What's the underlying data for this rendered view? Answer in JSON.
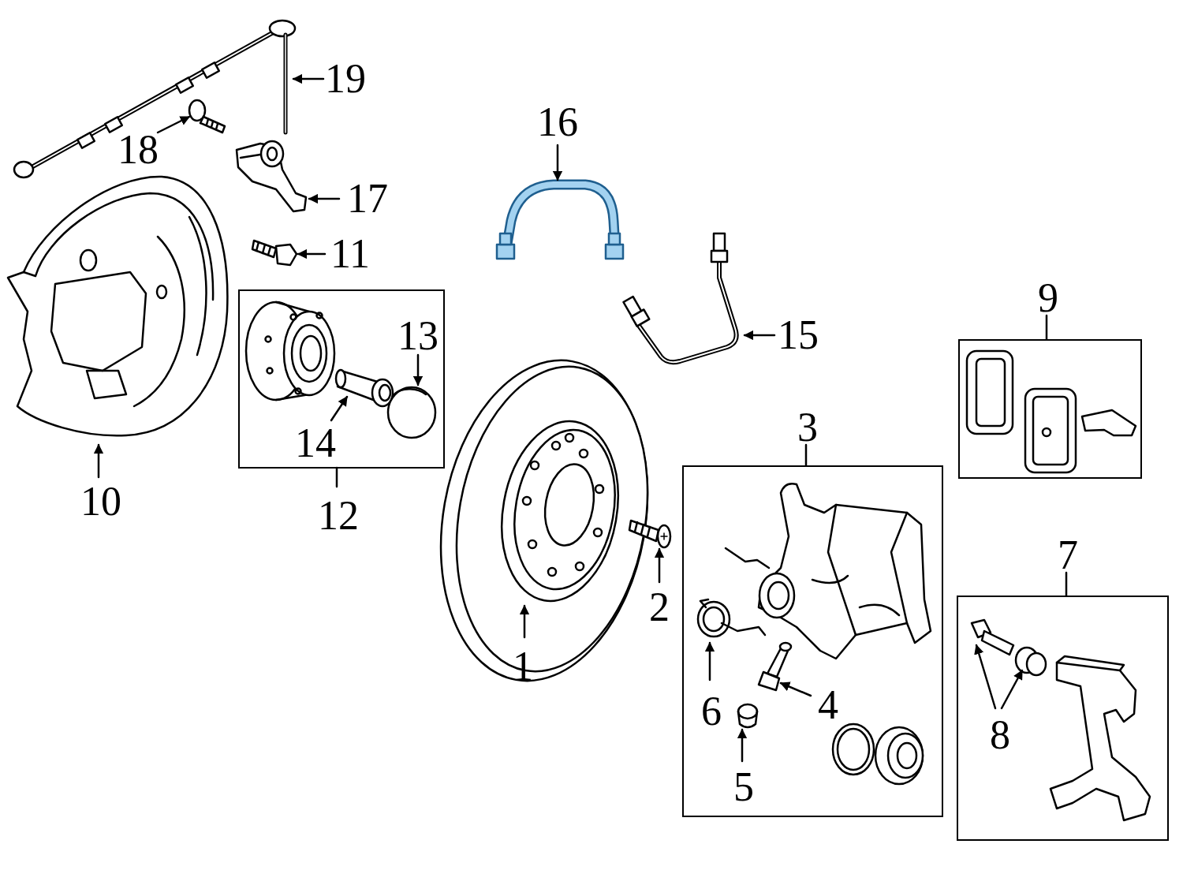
{
  "diagram": {
    "nodes": [
      {
        "text": [
          "12",
          "13",
          "14"
        ]
      },
      {
        "text": [
          "9"
        ]
      },
      {
        "text": [
          "3",
          "6",
          "4",
          "5"
        ]
      },
      {
        "text": [
          "7",
          "8"
        ]
      }
    ],
    "labels": [
      "19",
      "18",
      "17",
      "11",
      "16",
      "15",
      "10",
      "2",
      "1"
    ]
  }
}
